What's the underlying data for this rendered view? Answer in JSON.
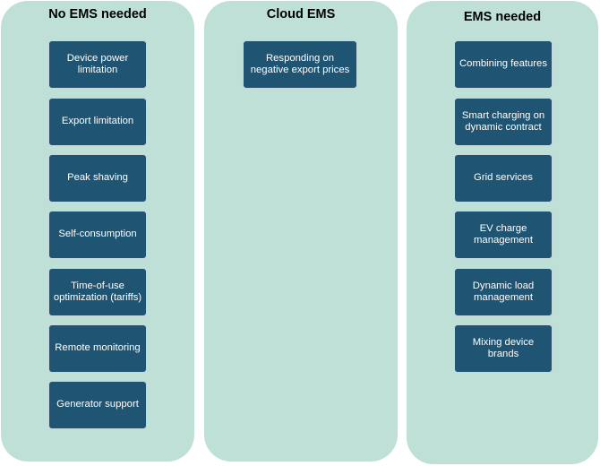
{
  "columns": [
    {
      "title": "No EMS needed",
      "items": [
        "Device power limitation",
        "Export limitation",
        "Peak shaving",
        "Self-consumption",
        "Time-of-use optimization (tariffs)",
        "Remote monitoring",
        "Generator support"
      ]
    },
    {
      "title": "Cloud EMS",
      "items": [
        "Responding on negative export prices"
      ]
    },
    {
      "title": "EMS needed",
      "items": [
        "Combining features",
        "Smart charging on dynamic contract",
        "Grid services",
        "EV charge management",
        "Dynamic load management",
        "Mixing device brands"
      ]
    }
  ],
  "colors": {
    "column_background": "#bfe0d6",
    "box_fill": "#1f5472",
    "box_text": "#ffffff"
  }
}
